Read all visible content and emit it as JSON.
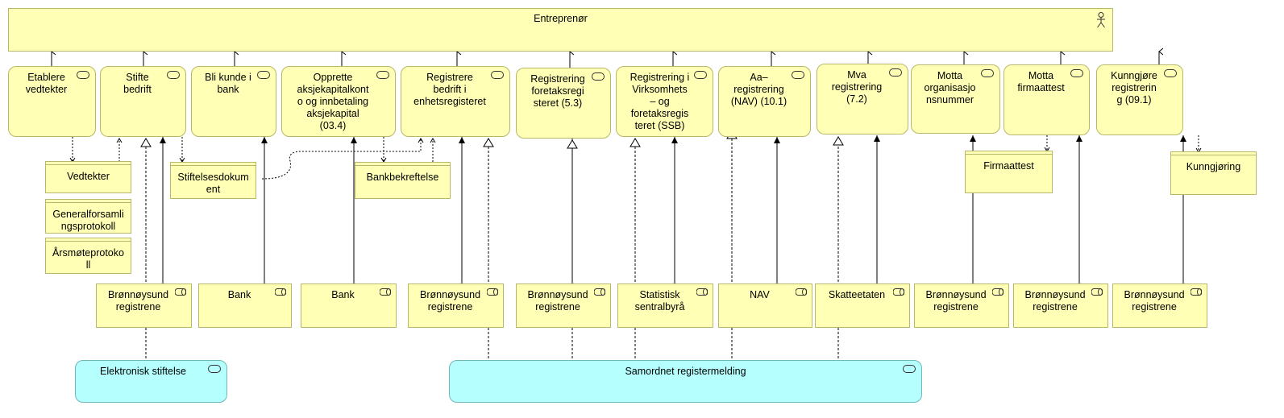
{
  "actor": {
    "label": "Entreprenør"
  },
  "services": [
    {
      "id": "s1",
      "label": "Etablere\nvedtekter"
    },
    {
      "id": "s2",
      "label": "Stifte\nbedrift"
    },
    {
      "id": "s3",
      "label": "Bli kunde i\nbank"
    },
    {
      "id": "s4",
      "label": "Opprette\naksjekapitalkont\no og innbetaling\naksjekapital\n(03.4)"
    },
    {
      "id": "s5",
      "label": "Registrere\nbedrift i\nenhetsregisteret"
    },
    {
      "id": "s6",
      "label": "Registrering\nforetaksregi\nsteret (5.3)"
    },
    {
      "id": "s7",
      "label": "Registrering i\nVirksomhets\n– og\nforetaksregis\nteret (SSB)"
    },
    {
      "id": "s8",
      "label": "Aa–\nregistrering\n(NAV) (10.1)"
    },
    {
      "id": "s9",
      "label": "Mva\nregistrering\n(7.2)"
    },
    {
      "id": "s10",
      "label": "Motta\norganisasjo\nnsnummer"
    },
    {
      "id": "s11",
      "label": "Motta\nfirmaattest"
    },
    {
      "id": "s12",
      "label": "Kunngjøre\nregistrerin\ng (09.1)"
    }
  ],
  "objects": [
    {
      "id": "o1",
      "label": "Vedtekter"
    },
    {
      "id": "o2",
      "label": "Generalforsamli\nngsprotokoll"
    },
    {
      "id": "o3",
      "label": "Årsmøteprotoko\nll"
    },
    {
      "id": "o4",
      "label": "Stiftelsesdokum\nent"
    },
    {
      "id": "o5",
      "label": "Bankbekreftelse"
    },
    {
      "id": "o6",
      "label": "Firmaattest"
    },
    {
      "id": "o7",
      "label": "Kunngjøring"
    }
  ],
  "roles": [
    {
      "id": "r1",
      "label": "Brønnøysund\nregistrene"
    },
    {
      "id": "r2",
      "label": "Bank"
    },
    {
      "id": "r3",
      "label": "Bank"
    },
    {
      "id": "r4",
      "label": "Brønnøysund\nregistrene"
    },
    {
      "id": "r5",
      "label": "Brønnøysund\nregistrene"
    },
    {
      "id": "r6",
      "label": "Statistisk\nsentralbyrå"
    },
    {
      "id": "r7",
      "label": "NAV"
    },
    {
      "id": "r8",
      "label": "Skatteetaten"
    },
    {
      "id": "r9",
      "label": "Brønnøysund\nregistrene"
    },
    {
      "id": "r10",
      "label": "Brønnøysund\nregistrene"
    },
    {
      "id": "r11",
      "label": "Brønnøysund\nregistrene"
    }
  ],
  "platform_services": [
    {
      "id": "p1",
      "label": "Elektronisk stiftelse"
    },
    {
      "id": "p2",
      "label": "Samordnet registermelding"
    }
  ],
  "colors": {
    "element": "#ffffb5",
    "platform": "#b5ffff",
    "line": "#000000"
  }
}
